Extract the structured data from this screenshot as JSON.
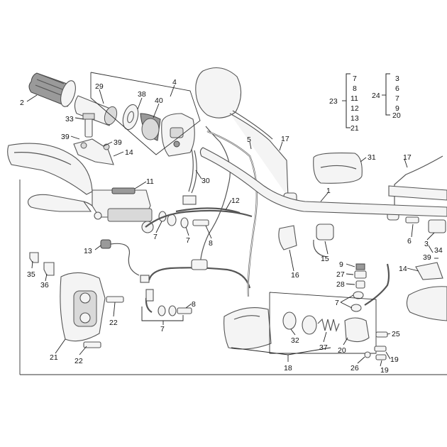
{
  "labels": {
    "p1": "1",
    "p2": "2",
    "p3": "3",
    "p4": "4",
    "p5": "5",
    "p6": "6",
    "p7a": "7",
    "p7b": "7",
    "p7c": "7",
    "p7d": "7",
    "p8a": "8",
    "p8b": "8",
    "p9": "9",
    "p11": "11",
    "p12": "12",
    "p13": "13",
    "p14a": "14",
    "p14b": "14",
    "p15": "15",
    "p16": "16",
    "p17a": "17",
    "p17b": "17",
    "p18": "18",
    "p19a": "19",
    "p19b": "19",
    "p20": "20",
    "p21": "21",
    "p22a": "22",
    "p22b": "22",
    "p25": "25",
    "p26": "26",
    "p27": "27",
    "p28": "28",
    "p29": "29",
    "p30": "30",
    "p31": "31",
    "p32": "32",
    "p33": "33",
    "p34": "34",
    "p35": "35",
    "p36": "36",
    "p37": "37",
    "p38": "38",
    "p39a": "39",
    "p39b": "39",
    "p39c": "39",
    "p40": "40"
  },
  "kit23": {
    "id": "23",
    "items": [
      "7",
      "8",
      "11",
      "12",
      "13",
      "21"
    ]
  },
  "kit24": {
    "id": "24",
    "items": [
      "3",
      "6",
      "7",
      "9",
      "20"
    ]
  },
  "colors": {
    "line": "#555555",
    "text": "#111111",
    "background": "#ffffff"
  }
}
